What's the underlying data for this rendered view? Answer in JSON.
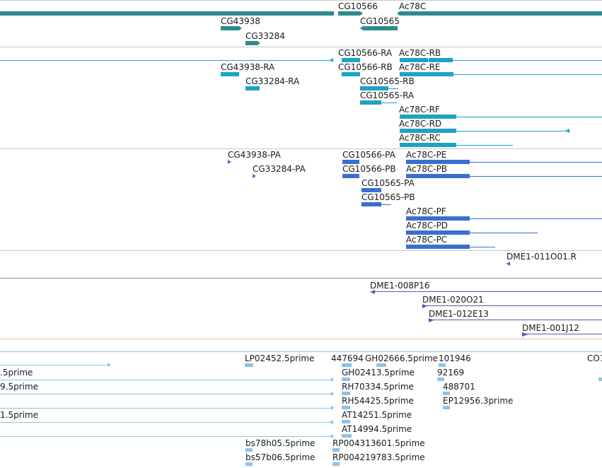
{
  "colors": {
    "gene": "#2e8b8b",
    "mrna": "#1fa2c4",
    "cds": "#3a6fd1",
    "clone": "#6a4fb0",
    "est": "#8ec2e6",
    "separator": "#c8c8c8"
  },
  "gene_track": {
    "labels": [
      "CG10566",
      "Ac78C",
      "CG43938",
      "CG10565",
      "CG33284"
    ]
  },
  "mrna_track": {
    "labels": [
      "CG10566-RA",
      "Ac78C-RB",
      "CG43938-RA",
      "CG10566-RB",
      "Ac78C-RE",
      "CG33284-RA",
      "CG10565-RB",
      "CG10565-RA",
      "Ac78C-RF",
      "Ac78C-RD",
      "Ac78C-RC"
    ]
  },
  "cds_track": {
    "labels": [
      "CG43938-PA",
      "CG10566-PA",
      "Ac78C-PE",
      "CG33284-PA",
      "CG10566-PB",
      "Ac78C-PB",
      "CG10565-PA",
      "CG10565-PB",
      "Ac78C-PF",
      "Ac78C-PD",
      "Ac78C-PC"
    ]
  },
  "clone_track1": {
    "labels": [
      "DME1-011O01.R"
    ]
  },
  "clone_track2": {
    "labels": [
      "DME1-008P16",
      "DME1-020O21",
      "DME1-012E13",
      "DME1-001J12"
    ]
  },
  "est_track": {
    "labels": [
      "LP02452.5prime",
      "447694",
      "GH02666.5prime",
      "101946",
      "CO1",
      ".5prime",
      "GH02413.5prime",
      "92169",
      "9.5prime",
      "RH70334.5prime",
      "488701",
      "RH54425.5prime",
      "EP12956.3prime",
      "1.5prime",
      "AT14251.5prime",
      "AT14994.5prime",
      "bs78h05.5prime",
      "RP004313601.5prime",
      "bs57b06.5prime",
      "RP004219783.5prime"
    ]
  }
}
